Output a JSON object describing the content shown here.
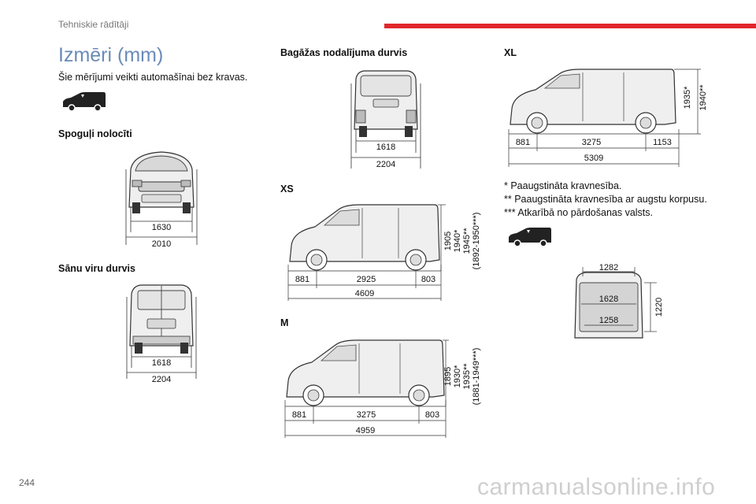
{
  "header": {
    "title": "Tehniskie rādītāji",
    "accent_color": "#e0262b"
  },
  "section": {
    "title": "Izmēri (mm)",
    "intro": "Šie mērījumi veikti automašīnai bez kravas."
  },
  "mirrors": {
    "heading": "Spoguļi nolocīti",
    "inner": "1630",
    "outer": "2010"
  },
  "side_door": {
    "heading": "Sānu viru durvis",
    "inner": "1618",
    "outer": "2204"
  },
  "cargo_door": {
    "heading": "Bagāžas nodalījuma durvis",
    "inner": "1618",
    "outer": "2204"
  },
  "xs": {
    "heading": "XS",
    "front": "881",
    "wheelbase": "2925",
    "rear": "803",
    "length": "4609",
    "heights": [
      "1905",
      "1940*",
      "1945**",
      "(1892-1950***)"
    ]
  },
  "m": {
    "heading": "M",
    "front": "881",
    "wheelbase": "3275",
    "rear": "803",
    "length": "4959",
    "heights": [
      "1895",
      "1930*",
      "1935**",
      "(1881-1949***)"
    ]
  },
  "xl": {
    "heading": "XL",
    "front": "881",
    "wheelbase": "3275",
    "rear": "1153",
    "length": "5309",
    "heights": [
      "1935*",
      "1940**"
    ]
  },
  "notes": [
    "* Paaugstināta kravnesība.",
    "** Paaugstināta kravnesība ar augstu korpusu.",
    "*** Atkarībā no pārdošanas valsts."
  ],
  "cargo_opening": {
    "top": "1282",
    "middle": "1628",
    "bottom": "1258",
    "height": "1220"
  },
  "page_number": "244",
  "watermark": "carmanualsonline.info"
}
